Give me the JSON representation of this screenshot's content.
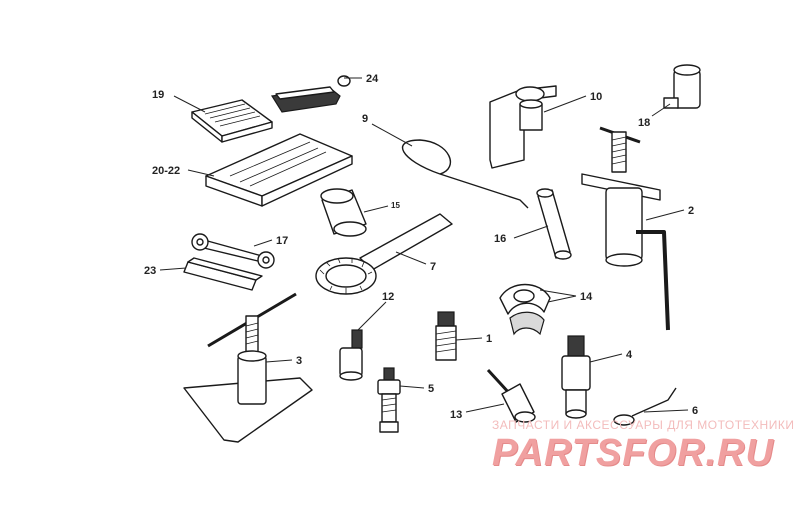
{
  "labels": {
    "l1": "1",
    "l2": "2",
    "l3": "3",
    "l4": "4",
    "l5": "5",
    "l6": "6",
    "l7": "7",
    "l9": "9",
    "l10": "10",
    "l12": "12",
    "l13": "13",
    "l14": "14",
    "l15": "15",
    "l16": "16",
    "l17": "17",
    "l18": "18",
    "l19": "19",
    "l20_22": "20-22",
    "l23": "23",
    "l24": "24"
  },
  "watermark": {
    "tagline": "ЗАПЧАСТИ И АКСЕССУАРЫ ДЛЯ МОТОТЕХНИКИ",
    "logo": "PARTSFOR.RU"
  }
}
